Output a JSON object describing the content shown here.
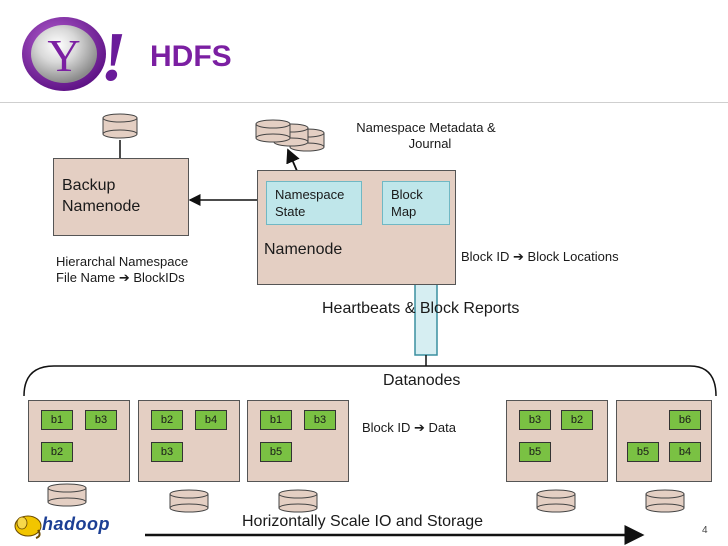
{
  "header": {
    "title": "HDFS",
    "logo_letter": "Y",
    "logo_mark": "!"
  },
  "nodes": {
    "backup_namenode": {
      "label_line1": "Backup",
      "label_line2": "Namenode"
    },
    "namenode": {
      "label": "Namenode"
    },
    "namespace_state": {
      "line1": "Namespace",
      "line2": "State"
    },
    "block_map": {
      "line1": "Block",
      "line2": "Map"
    }
  },
  "annotations": {
    "metadata_line1": "Namespace Metadata &",
    "metadata_line2": "Journal",
    "hierarchal_line1": "Hierarchal Namespace",
    "hierarchal_line2": "File Name ➔  BlockIDs",
    "block_locations": "Block ID ➔ Block Locations",
    "heartbeats": "Heartbeats & Block Reports",
    "datanodes": "Datanodes",
    "block_data": "Block ID ➔ Data",
    "scale": "Horizontally Scale IO and Storage"
  },
  "datanodes": [
    {
      "blocks": [
        "b1",
        "b3",
        "b2"
      ]
    },
    {
      "blocks": [
        "b2",
        "b4",
        "b3"
      ]
    },
    {
      "blocks": [
        "b1",
        "b3",
        "b5"
      ]
    },
    {
      "blocks": [
        "b3",
        "b2",
        "b5"
      ]
    },
    {
      "blocks": [
        "b6",
        "b5",
        "b4"
      ]
    }
  ],
  "footer": {
    "hadoop_logo": "hadoop",
    "page_number": "4"
  },
  "colors": {
    "title": "#7b1fa2",
    "node_fill": "#e4cfc3",
    "inner_fill": "#bfe6ea",
    "block_fill": "#7ac143",
    "yahoo_purple": "#6a1b9a"
  }
}
